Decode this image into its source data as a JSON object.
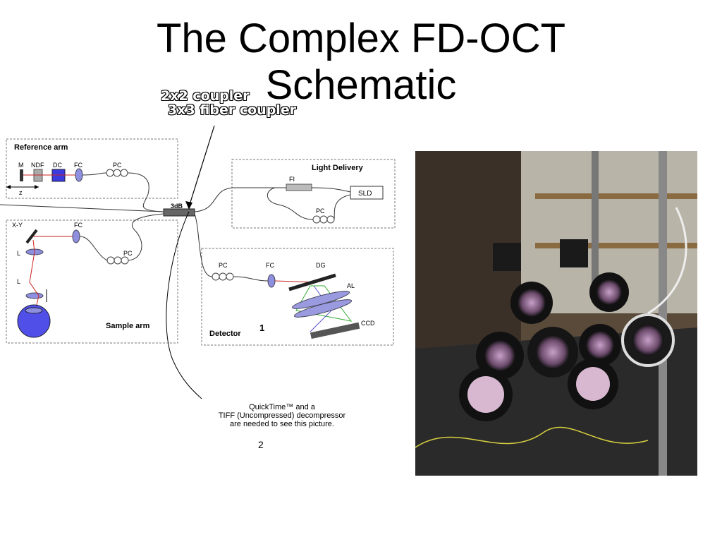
{
  "slide": {
    "title_line1": "The Complex FD-OCT",
    "title_line2": "Schematic",
    "overlay_line1": "2x2 coupler",
    "overlay_line2": "3x3 fiber coupler",
    "placeholder_line1": "QuickTime™ and a",
    "placeholder_line2": "TIFF (Uncompressed) decompressor",
    "placeholder_line3": "are needed to see this picture.",
    "placeholder_number": "2"
  },
  "diagram": {
    "reference_arm": "Reference arm",
    "ref_m": "M",
    "ref_ndf": "NDF",
    "ref_dc": "DC",
    "ref_fc": "FC",
    "ref_pc": "PC",
    "ref_z": "z",
    "coupler": "3dB",
    "light_delivery": "Light Delivery",
    "ld_fi": "FI",
    "ld_sld": "SLD",
    "ld_pc": "PC",
    "sample_xy": "X-Y",
    "sample_fc": "FC",
    "sample_l1": "L",
    "sample_l2": "L",
    "sample_pc": "PC",
    "sample_arm": "Sample arm",
    "det_pc": "PC",
    "det_fc": "FC",
    "det_dg": "DG",
    "det_al": "AL",
    "det_ccd": "CCD",
    "detector": "Detector",
    "det_number": "1"
  },
  "colors": {
    "beam": "#cc2222",
    "optic": "#3a3adf",
    "lens": "#8f8fe0",
    "box_border": "#777777"
  },
  "icons": {
    "photo": "lab-photo-optical-setup"
  }
}
